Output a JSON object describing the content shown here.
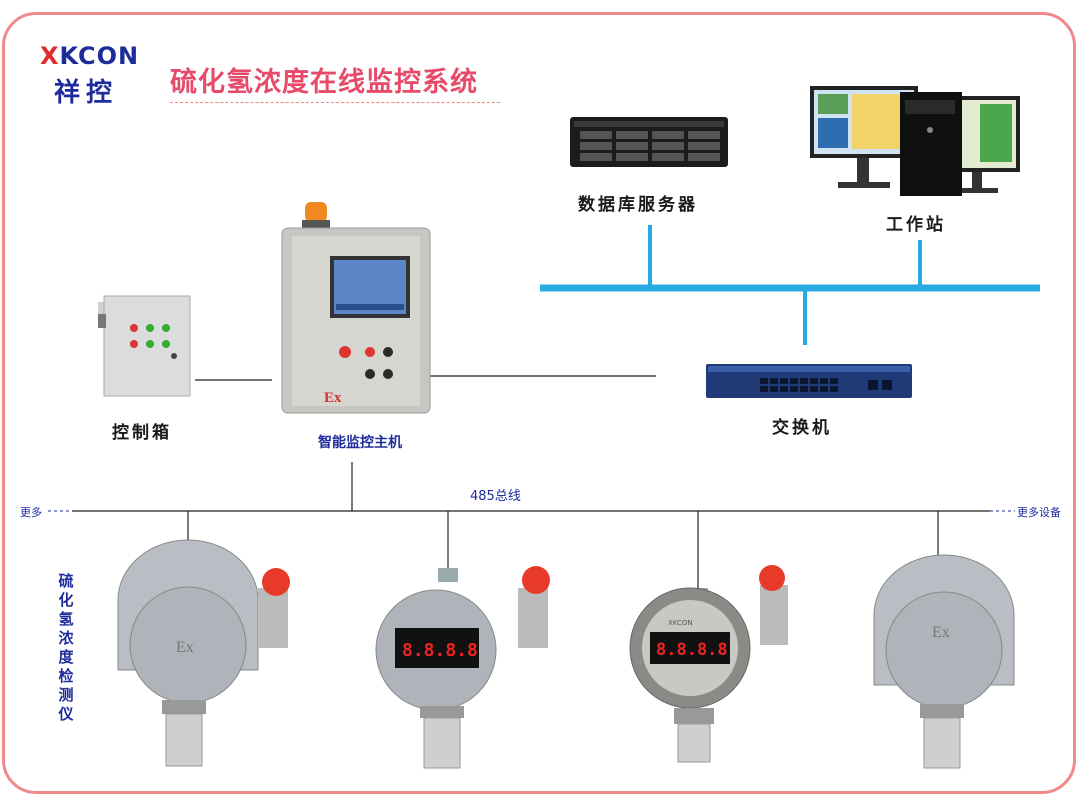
{
  "brand": {
    "logo_x": "X",
    "logo_text": "KCON",
    "logo_cn": "祥控"
  },
  "title": "硫化氢浓度在线监控系统",
  "devices": {
    "database_server": "数据库服务器",
    "workstation": "工作站",
    "control_box": "控制箱",
    "main_unit": "智能监控主机",
    "switch": "交换机",
    "main_unit_mark": "Ex"
  },
  "bus": {
    "label": "485总线",
    "left_more": "更多",
    "right_more": "更多设备"
  },
  "detectors": {
    "vertical_label": "硫化氢浓度检测仪",
    "display_value": "8.8.8.8",
    "ex_mark": "Ex",
    "brand_mark": "XKCON"
  },
  "colors": {
    "frame": "#f08a8a",
    "network": "#27a9e1",
    "title": "#e84a6a",
    "brand": "#1e2c9b"
  }
}
